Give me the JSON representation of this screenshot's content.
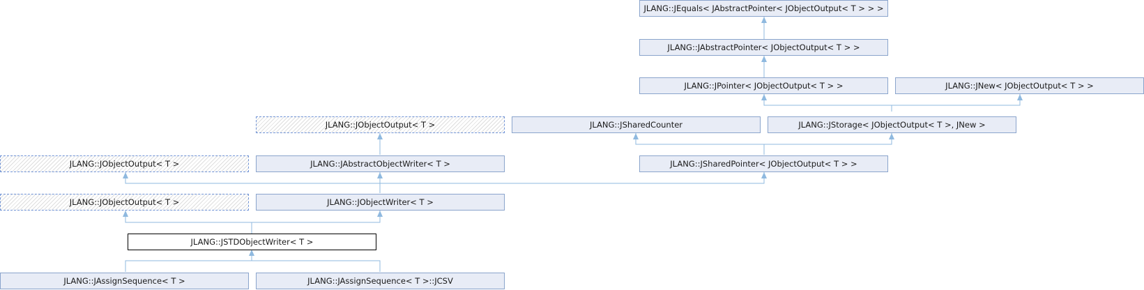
{
  "nodes": {
    "jequals": {
      "label": "JLANG::JEquals< JAbstractPointer< JObjectOutput< T > > >"
    },
    "jabstractpointer": {
      "label": "JLANG::JAbstractPointer< JObjectOutput< T > >"
    },
    "jpointer": {
      "label": "JLANG::JPointer< JObjectOutput< T > >"
    },
    "jnew": {
      "label": "JLANG::JNew< JObjectOutput< T > >"
    },
    "jobjectoutput_top": {
      "label": "JLANG::JObjectOutput< T >"
    },
    "jsharedcounter": {
      "label": "JLANG::JSharedCounter"
    },
    "jstorage": {
      "label": "JLANG::JStorage< JObjectOutput< T >, JNew >"
    },
    "jobjectoutput_mid": {
      "label": "JLANG::JObjectOutput< T >"
    },
    "jabstractobjectwriter": {
      "label": "JLANG::JAbstractObjectWriter< T >"
    },
    "jsharedpointer": {
      "label": "JLANG::JSharedPointer< JObjectOutput< T > >"
    },
    "jobjectoutput_low": {
      "label": "JLANG::JObjectOutput< T >"
    },
    "jobjectwriter": {
      "label": "JLANG::JObjectWriter< T >"
    },
    "jstdobjectwriter": {
      "label": "JLANG::JSTDObjectWriter< T >"
    },
    "jassignsequence": {
      "label": "JLANG::JAssignSequence< T >"
    },
    "jassignsequence_jcsv": {
      "label": "JLANG::JAssignSequence< T >::JCSV"
    }
  }
}
